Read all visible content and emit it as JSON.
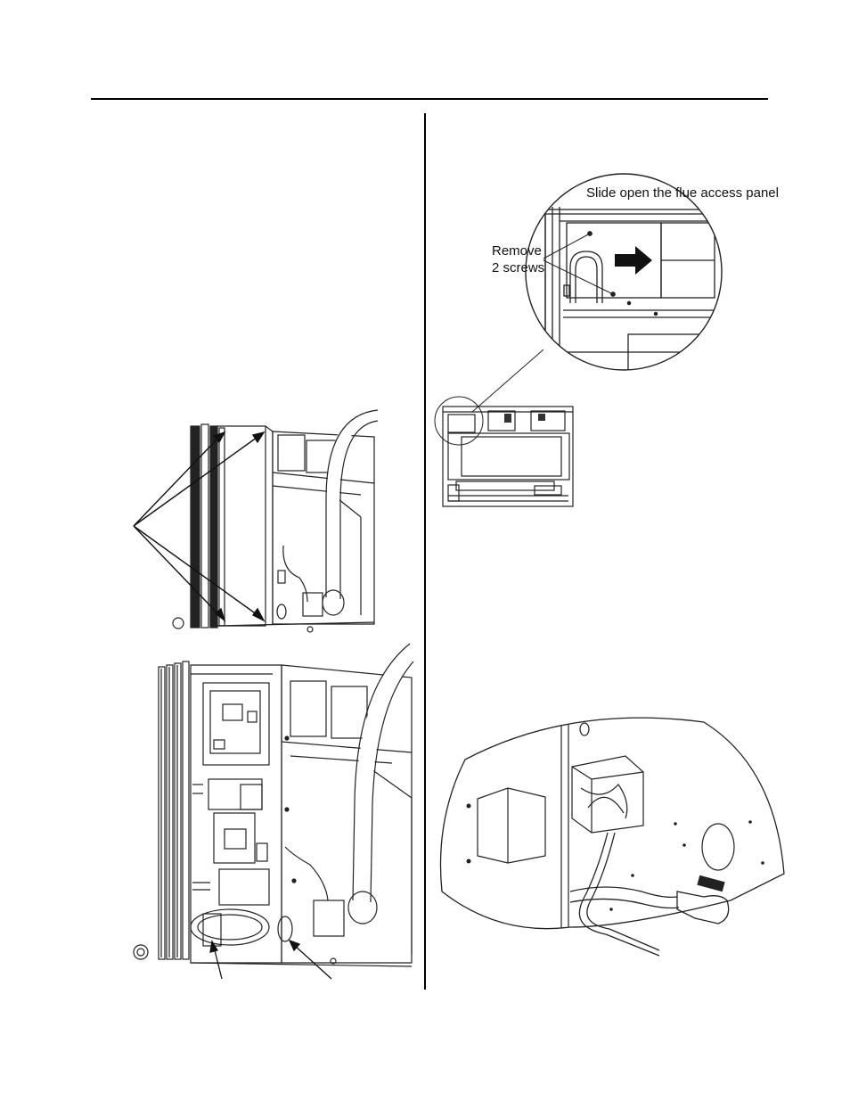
{
  "page": {
    "background": "#ffffff",
    "line_color": "#000000"
  },
  "figures": {
    "flue_detail": {
      "callout_slide": "Slide open the flue access panel",
      "callout_remove_line1": "Remove",
      "callout_remove_line2": "2 screws",
      "arrow_icon": "right-arrow-icon"
    },
    "unit_front_small": {},
    "unit_side_panels": {},
    "unit_internal": {},
    "junction_box_detail": {}
  }
}
